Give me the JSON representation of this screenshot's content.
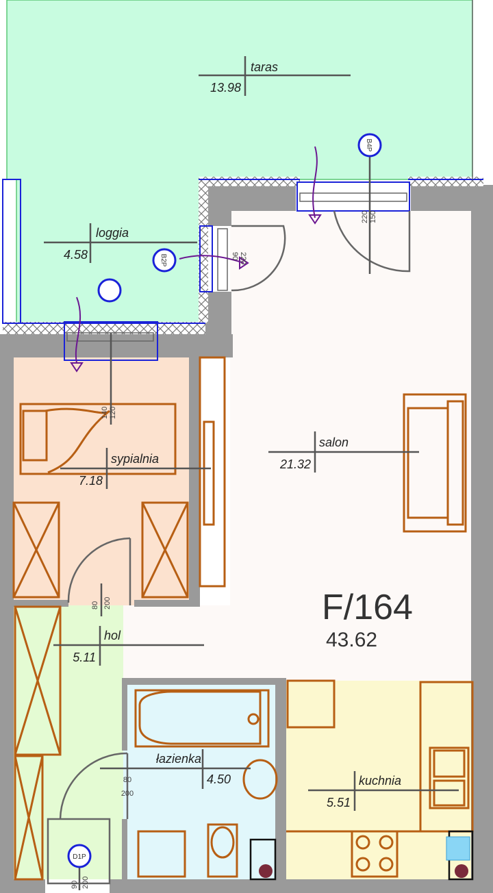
{
  "apartment": {
    "id": "F/164",
    "total_area": "43.62"
  },
  "rooms": [
    {
      "key": "taras",
      "name": "taras",
      "area": "13.98"
    },
    {
      "key": "loggia",
      "name": "loggia",
      "area": "4.58"
    },
    {
      "key": "salon",
      "name": "salon",
      "area": "21.32"
    },
    {
      "key": "sypialnia",
      "name": "sypialnia",
      "area": "7.18"
    },
    {
      "key": "hol",
      "name": "hol",
      "area": "5.11"
    },
    {
      "key": "lazienka",
      "name": "łazienka",
      "area": "4.50"
    },
    {
      "key": "kuchnia",
      "name": "kuchnia",
      "area": "5.51"
    }
  ],
  "window_tags": [
    "B4P",
    "B2P",
    "D1P"
  ],
  "openings": [
    {
      "key": "taras-door",
      "width": "150",
      "height": "220"
    },
    {
      "key": "loggia-door",
      "width": "90",
      "height": "220"
    },
    {
      "key": "bedroom-window",
      "width": "120",
      "height": "140"
    },
    {
      "key": "bedroom-door",
      "width": "80",
      "height": "200"
    },
    {
      "key": "bathroom-door",
      "width": "80",
      "height": "200"
    },
    {
      "key": "entry-door",
      "width": "90",
      "height": "200"
    }
  ],
  "colors": {
    "terrace": "#c8fce0",
    "living": "#fdf9f7",
    "bedroom": "#fce2cf",
    "hall": "#e4fbd3",
    "bath": "#e1f7fb",
    "kitchen": "#fcf8cf",
    "wall": "#9a9a9a",
    "furniture": "#b75f14",
    "window": "#1a22d8",
    "arrow": "#6b1791"
  }
}
